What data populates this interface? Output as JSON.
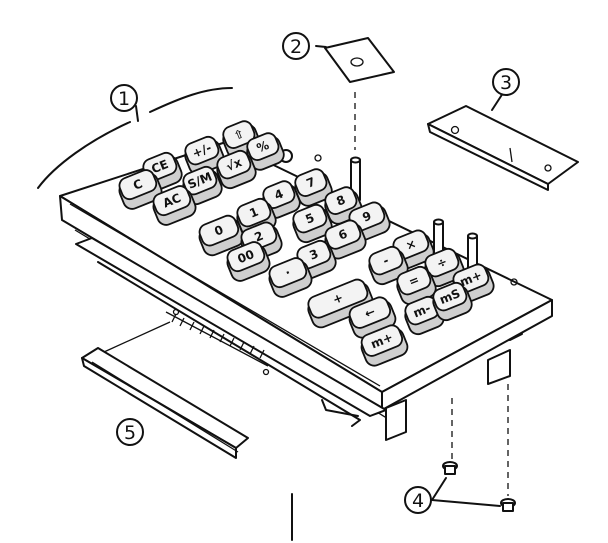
{
  "callouts": [
    {
      "id": "1",
      "label": "1"
    },
    {
      "id": "2",
      "label": "2"
    },
    {
      "id": "3",
      "label": "3"
    },
    {
      "id": "4",
      "label": "4"
    },
    {
      "id": "5",
      "label": "5"
    }
  ],
  "keys": [
    {
      "label": "⇧"
    },
    {
      "label": "%"
    },
    {
      "label": "+/-"
    },
    {
      "label": "√x"
    },
    {
      "label": "CE"
    },
    {
      "label": "S/M"
    },
    {
      "label": "C"
    },
    {
      "label": "AC"
    },
    {
      "label": "4"
    },
    {
      "label": "7"
    },
    {
      "label": "8"
    },
    {
      "label": "1"
    },
    {
      "label": "5"
    },
    {
      "label": "9"
    },
    {
      "label": "0"
    },
    {
      "label": "2"
    },
    {
      "label": "6"
    },
    {
      "label": "×"
    },
    {
      "label": "00"
    },
    {
      "label": "3"
    },
    {
      "label": "-"
    },
    {
      "label": "÷"
    },
    {
      "label": "·"
    },
    {
      "label": "="
    },
    {
      "label": "m+"
    },
    {
      "label": "+"
    },
    {
      "label": "←"
    },
    {
      "label": "m-"
    },
    {
      "label": "mS"
    },
    {
      "label": "m+"
    }
  ]
}
